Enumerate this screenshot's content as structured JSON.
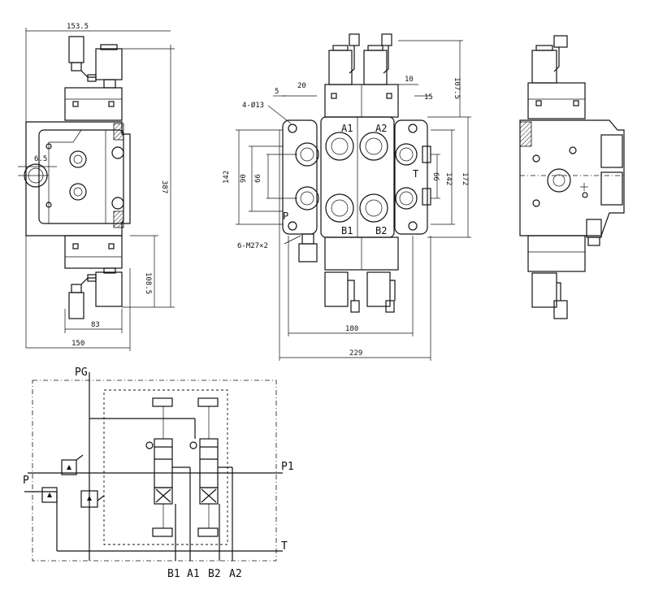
{
  "dims": {
    "left_w_top": "153.5",
    "left_h": "387",
    "left_65": "6.5",
    "left_1085": "108.5",
    "left_83": "83",
    "left_150": "150",
    "front_5": "5",
    "front_20": "20",
    "front_hole": "4-Ø13",
    "front_142a": "142",
    "front_90": "90",
    "front_66a": "66",
    "front_10": "10",
    "front_15": "15",
    "front_1075": "107.5",
    "front_66b": "66",
    "front_142b": "142",
    "front_172": "172",
    "front_thread": "6-M27×2",
    "front_180": "180",
    "front_229": "229"
  },
  "ports_front": {
    "a1": "A1",
    "a2": "A2",
    "b1": "B1",
    "b2": "B2",
    "p": "P",
    "t": "T"
  },
  "schematic": {
    "pg": "PG",
    "p": "P",
    "p1": "P1",
    "t": "T",
    "b1": "B1",
    "a1": "A1",
    "b2": "B2",
    "a2": "A2"
  }
}
